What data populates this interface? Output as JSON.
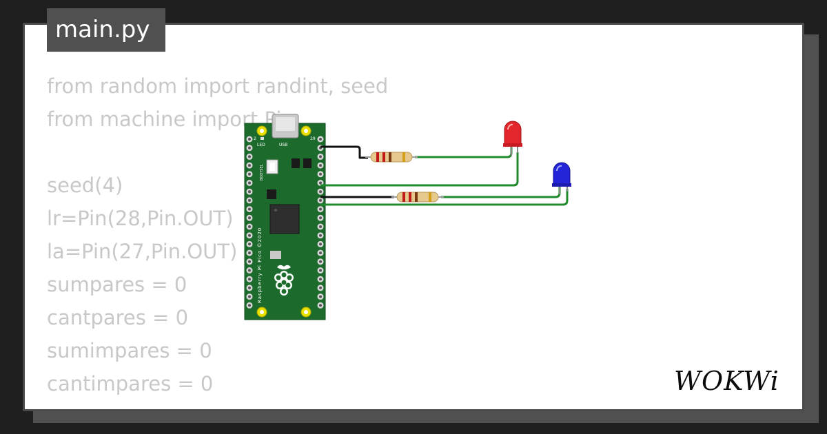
{
  "file_tab": {
    "label": "main.py"
  },
  "code_lines": [
    "from random import randint, seed",
    "from machine import Pin",
    "",
    "seed(4)",
    "lr=Pin(28,Pin.OUT)",
    "la=Pin(27,Pin.OUT)",
    "sumpares = 0",
    "cantpares = 0",
    "sumimpares = 0",
    "cantimpares = 0"
  ],
  "board": {
    "label_led": "LED",
    "label_usb": "USB",
    "label_bootsel": "BOOTSEL",
    "label_name": "Raspberry Pi Pico ©2020",
    "pin_left": "2",
    "pin_right": "39"
  },
  "brand": {
    "logo_text": "WOKWi"
  },
  "colors": {
    "background": "#1e1e1e",
    "card": "#ffffff",
    "board_green": "#1c6b2c",
    "wire_green": "#1f8a2c",
    "led_red": "#e3262b",
    "led_blue": "#2424d8",
    "code_text": "#c8c8c8"
  },
  "icons": {
    "board": "raspberry-pi-pico",
    "led_red": "red-led",
    "led_blue": "blue-led",
    "resistor": "resistor"
  }
}
